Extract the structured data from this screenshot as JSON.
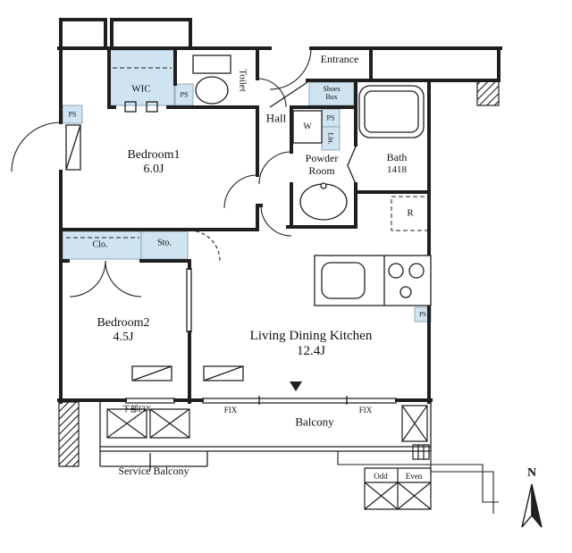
{
  "colors": {
    "wall": "#1f1f1f",
    "storage_fill": "#cfe4f0",
    "line": "#333333",
    "background": "#ffffff"
  },
  "rooms": {
    "bedroom1": {
      "name": "Bedroom1",
      "area": "6.0J"
    },
    "bedroom2": {
      "name": "Bedroom2",
      "area": "4.5J"
    },
    "ldk": {
      "name": "Living Dining Kitchen",
      "area": "12.4J"
    },
    "bath": {
      "name": "Bath",
      "size": "1418"
    },
    "powder": {
      "line1": "Powder",
      "line2": "Room"
    },
    "hall": "Hall",
    "toilet": "Toilet",
    "entrance": "Entrance",
    "wic": "WIC",
    "shoes_box": {
      "line1": "Shoes",
      "line2": "Box"
    },
    "closet": "Clo.",
    "storage": "Sto.",
    "washer": "W",
    "linen": "Lin.",
    "fridge": "R"
  },
  "labels": {
    "ps": "PS",
    "fix": "FIX",
    "lower_fix": "下部FIX",
    "balcony": "Balcony",
    "service_balcony": "Service Balcony",
    "odd": "Odd",
    "even": "Even",
    "north": "N"
  }
}
